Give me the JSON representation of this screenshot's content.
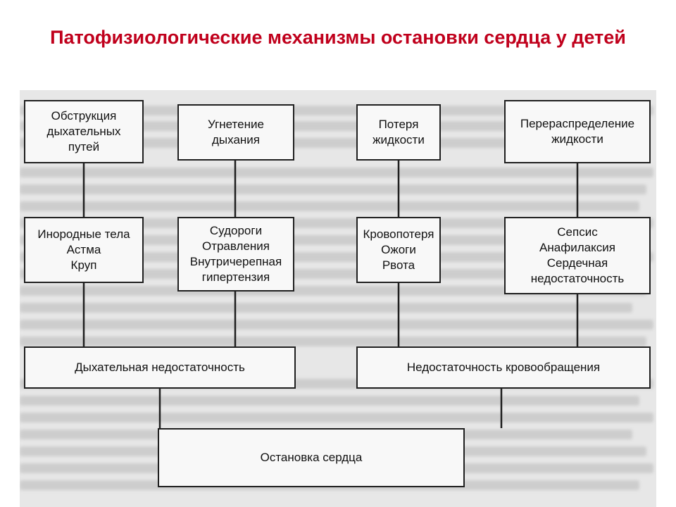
{
  "title": "Патофизиологические механизмы остановки сердца у детей",
  "colors": {
    "title": "#c0001c",
    "box_border": "#1f1f1f",
    "box_fill": "#f8f8f8",
    "scan_background": "#e7e7e7"
  },
  "diagram": {
    "row1": {
      "airway": "Обструкция\nдыхательных\nпутей",
      "depression": "Угнетение\nдыхания",
      "fluid_loss": "Потеря\nжидкости",
      "redistribution": "Перераспределение\nжидкости"
    },
    "row2": {
      "airway_causes": "Инородные тела\nАстма\nКруп",
      "depression_causes": "Судороги\nОтравления\nВнутричерепная\nгипертензия",
      "fluid_loss_causes": "Кровопотеря\nОжоги\nРвота",
      "redistribution_causes": "Сепсис\nАнафилаксия\nСердечная\nнедостаточность"
    },
    "row3": {
      "respiratory_failure": "Дыхательная недостаточность",
      "circulatory_failure": "Недостаточность кровообращения"
    },
    "outcome": "Остановка сердца"
  }
}
